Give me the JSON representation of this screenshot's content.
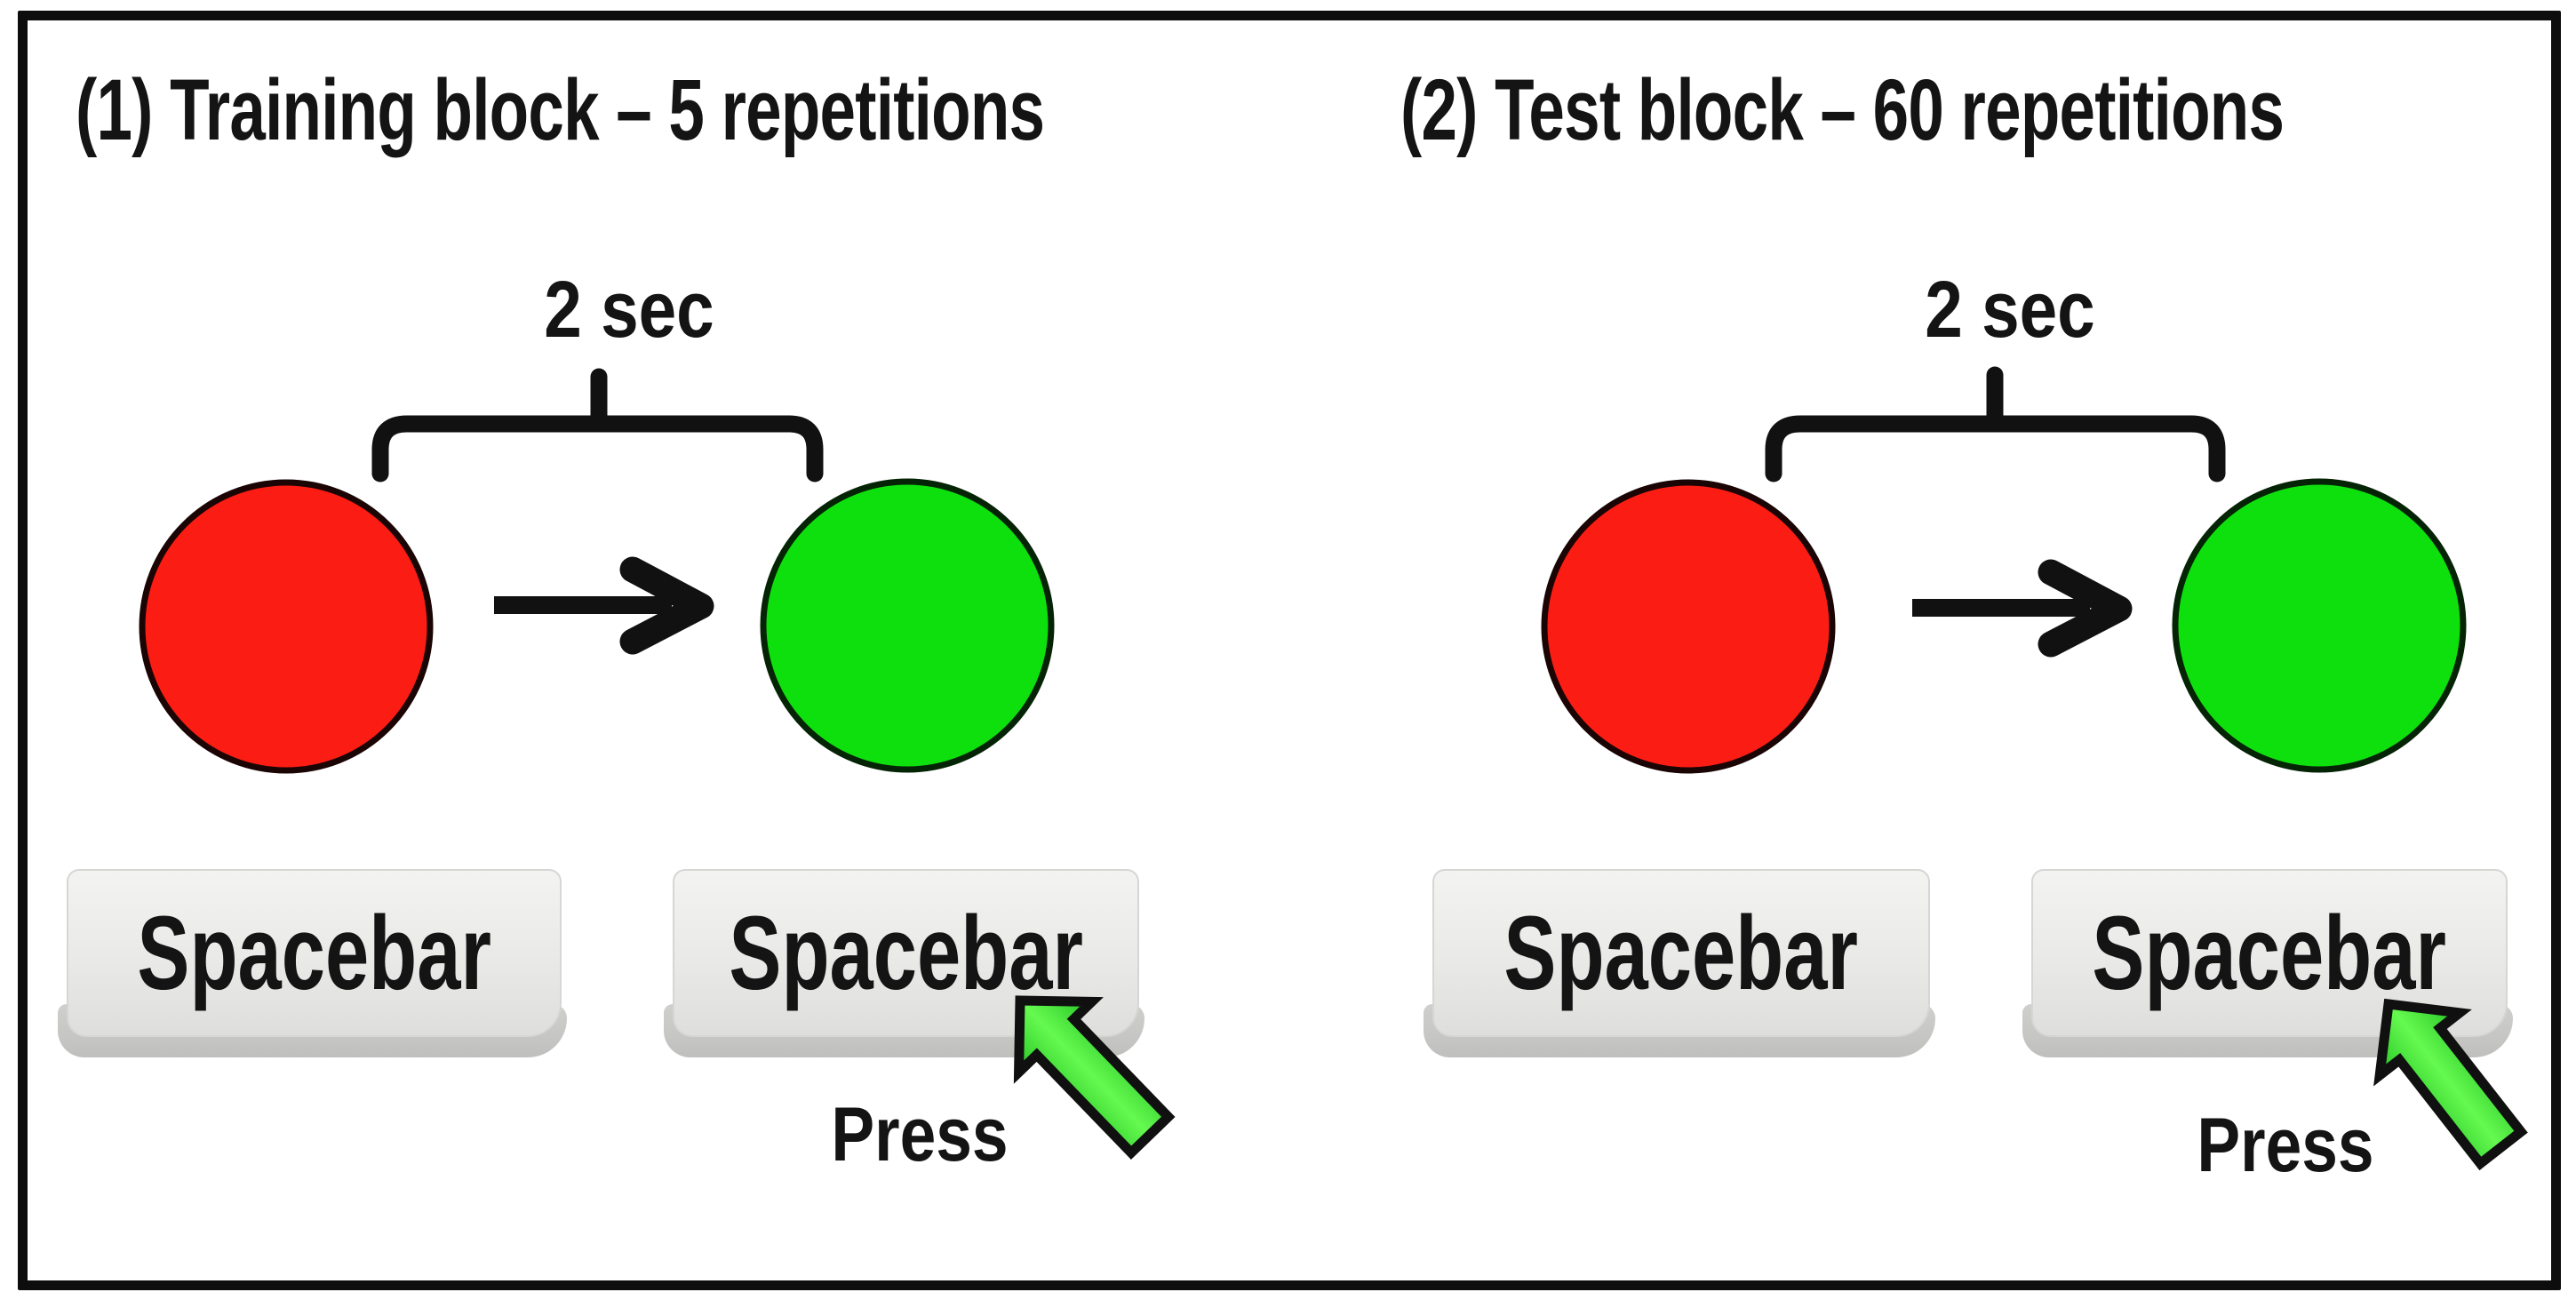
{
  "figure": {
    "description": "Two-panel experimental paradigm diagram: red circle changes to green circle after 2 sec; participant presses spacebar",
    "background_color": "#ffffff",
    "frame_border_color": "#0d0d0d"
  },
  "colors": {
    "red_stimulus": "#fb1d14",
    "green_stimulus": "#0ee00e",
    "stimulus_outline": "#140a0a",
    "black_arrow": "#111111",
    "green_arrow_fill": "#3ce03c",
    "green_arrow_outline": "#101010",
    "key_face": "#e9e9e7",
    "key_front": "#c6c6c4",
    "text": "#141414"
  },
  "panels": [
    {
      "title": "(1) Training block – 5 repetitions",
      "interval_label": "2 sec",
      "keys": [
        "Spacebar",
        "Spacebar"
      ],
      "press_label": "Press"
    },
    {
      "title": "(2) Test block – 60 repetitions",
      "interval_label": "2 sec",
      "keys": [
        "Spacebar",
        "Spacebar"
      ],
      "press_label": "Press"
    }
  ]
}
